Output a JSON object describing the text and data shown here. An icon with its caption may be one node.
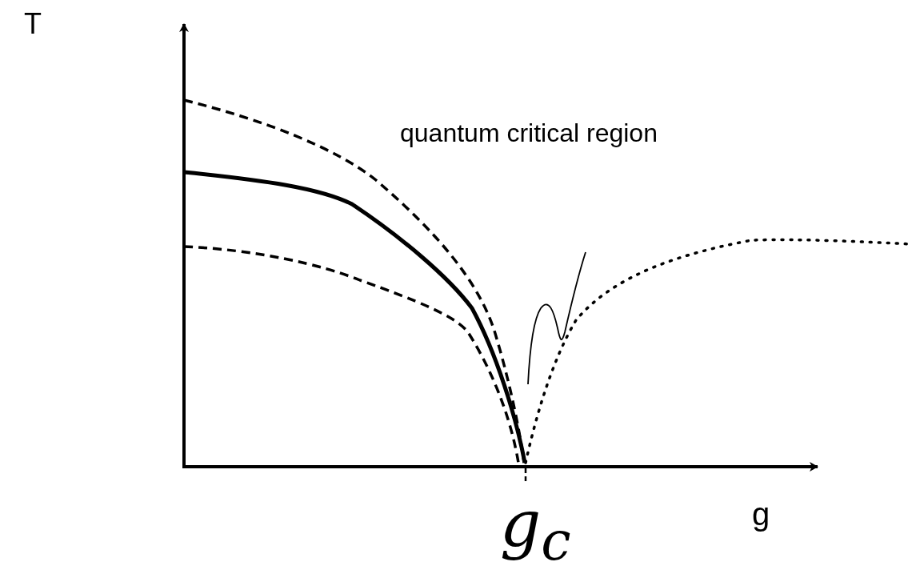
{
  "diagram": {
    "labels": [
      "T",
      "quantum critical region",
      "g$_{c}$",
      "g"
    ]
  }
}
